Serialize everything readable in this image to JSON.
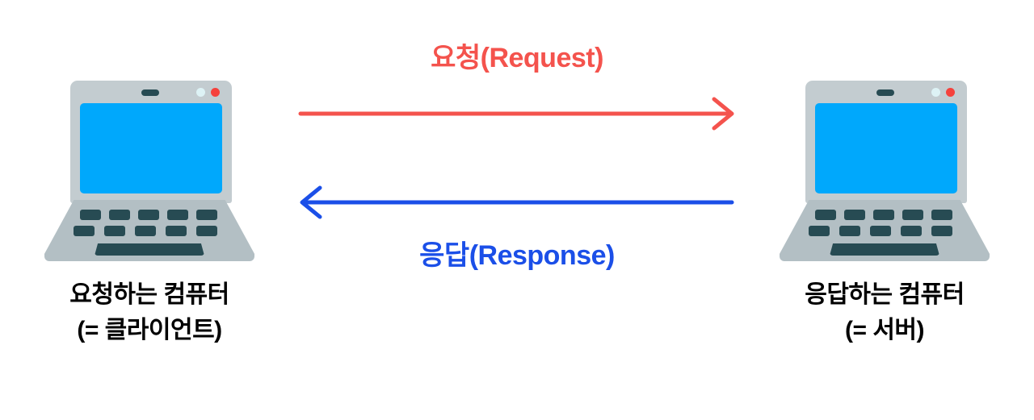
{
  "diagram": {
    "title": "Client-Server Request Response Diagram",
    "background": "#ffffff",
    "colors": {
      "request": "#f4534d",
      "response": "#1b4fe8",
      "laptop_body": "#c3ccd0",
      "laptop_base": "#b3bfc4",
      "screen": "#00a8fc",
      "key": "#274b53",
      "indicator_pale": "#ddf2f5",
      "indicator_red": "#f5413c",
      "caption": "#000000"
    }
  },
  "nodes": [
    {
      "id": "client",
      "icon": "laptop-icon",
      "caption_line1": "요청하는 컴퓨터",
      "caption_line2": "(= 클라이언트)"
    },
    {
      "id": "server",
      "icon": "laptop-icon",
      "caption_line1": "응답하는 컴퓨터",
      "caption_line2": "(= 서버)"
    }
  ],
  "arrows": [
    {
      "id": "request",
      "label": "요청(Request)",
      "direction": "right",
      "from": "client",
      "to": "server",
      "color": "#f4534d"
    },
    {
      "id": "response",
      "label": "응답(Response)",
      "direction": "left",
      "from": "server",
      "to": "client",
      "color": "#1b4fe8"
    }
  ]
}
